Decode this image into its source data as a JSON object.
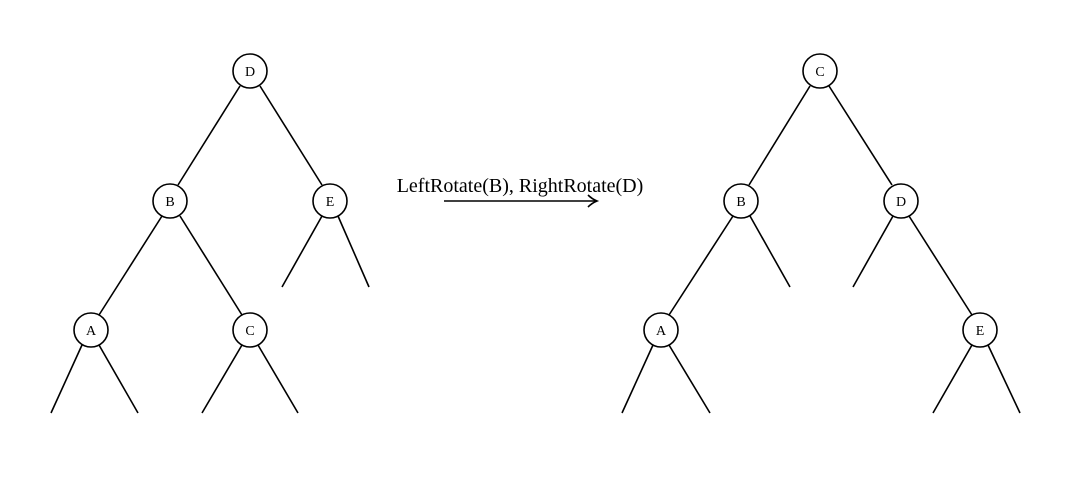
{
  "trees": {
    "before": {
      "nodes": {
        "d": "D",
        "b": "B",
        "e": "E",
        "a": "A",
        "c": "C"
      }
    },
    "after": {
      "nodes": {
        "c": "C",
        "b": "B",
        "d": "D",
        "a": "A",
        "e": "E"
      }
    }
  },
  "operation": {
    "label": "LeftRotate(B), RightRotate(D)"
  }
}
